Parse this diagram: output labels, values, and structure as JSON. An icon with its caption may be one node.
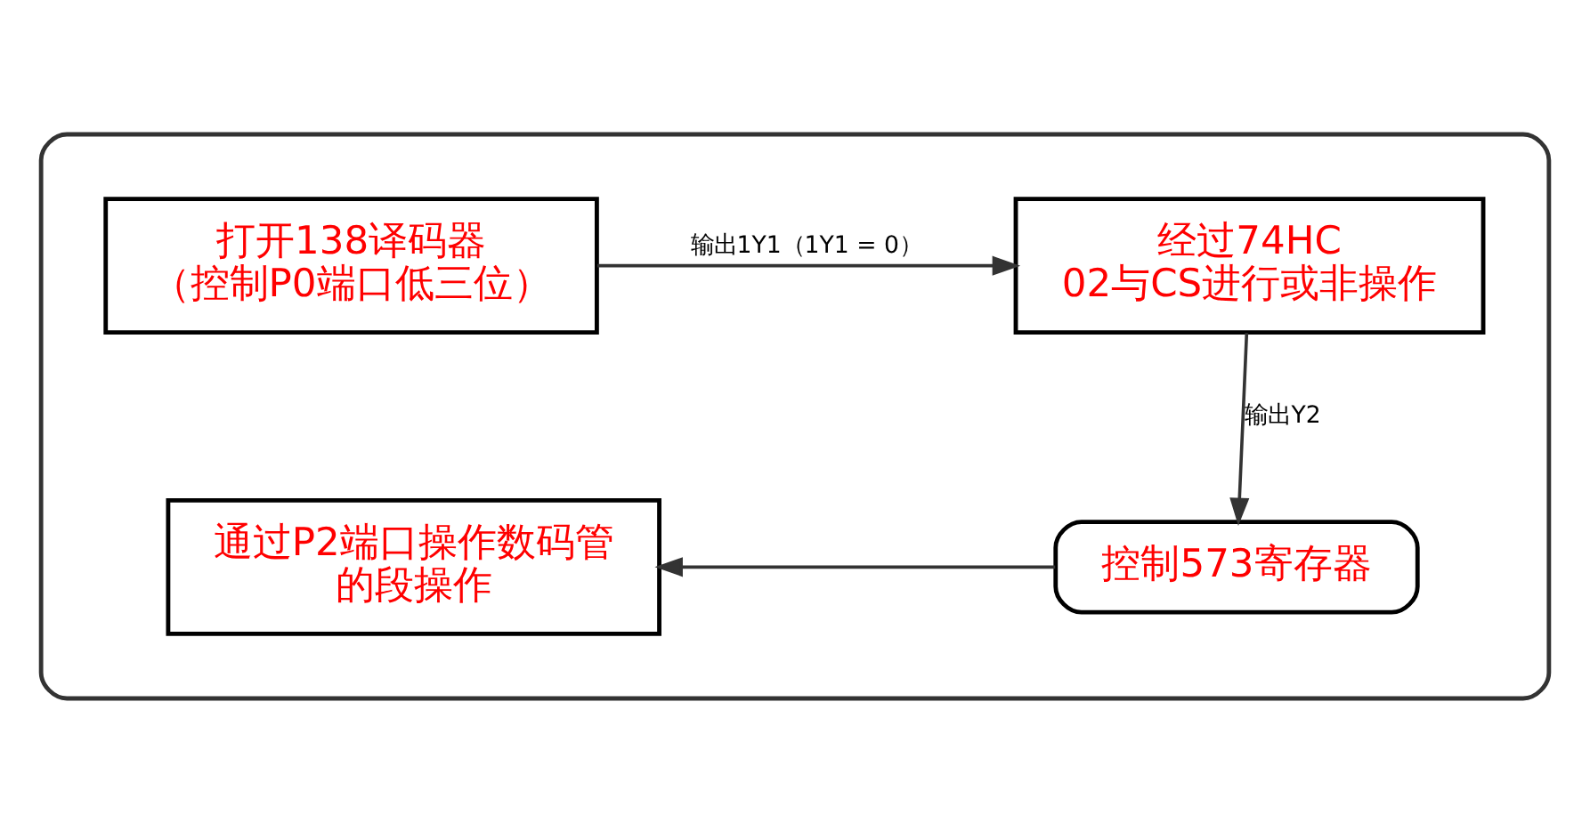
{
  "diagram": {
    "nodes": [
      {
        "text": [],
        "shape": "box"
      },
      {
        "text": [
          "打开138译码器（控制P0端口低三位）"
        ],
        "in": 0
      },
      {
        "text": [
          "经过74HC02与CS进行或非操作"
        ],
        "in": 0
      },
      {
        "text": [
          "控制573寄存器"
        ],
        "in": 0
      },
      {
        "text": [
          "通过P2端口操作数码管的段操作"
        ],
        "in": 0
      }
    ],
    "edges": [
      {
        "from": 1,
        "to": 2,
        "arrow": "to",
        "label": "输出1Y1（1Y1 = 0）"
      },
      {
        "from": 2,
        "to": 3,
        "arrow": "to",
        "label": "输出Y2"
      },
      {
        "from": 3,
        "to": 4,
        "arrow": "to"
      }
    ]
  }
}
